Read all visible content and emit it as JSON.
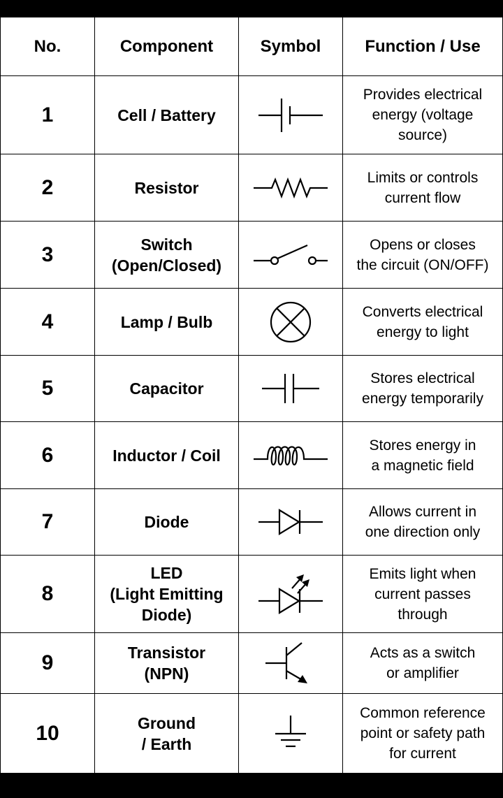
{
  "headers": {
    "no": "No.",
    "component": "Component",
    "symbol": "Symbol",
    "function": "Function / Use"
  },
  "rows": [
    {
      "no": "1",
      "component": "Cell / Battery",
      "symbol": "cell-battery-symbol-icon",
      "function": "Provides electrical\nenergy (voltage\nsource)"
    },
    {
      "no": "2",
      "component": "Resistor",
      "symbol": "resistor-symbol-icon",
      "function": "Limits or controls\ncurrent flow"
    },
    {
      "no": "3",
      "component": "Switch\n(Open/Closed)",
      "symbol": "switch-symbol-icon",
      "function": "Opens or closes\nthe circuit (ON/OFF)"
    },
    {
      "no": "4",
      "component": "Lamp / Bulb",
      "symbol": "lamp-symbol-icon",
      "function": "Converts electrical\nenergy to light"
    },
    {
      "no": "5",
      "component": "Capacitor",
      "symbol": "capacitor-symbol-icon",
      "function": "Stores electrical\nenergy temporarily"
    },
    {
      "no": "6",
      "component": "Inductor / Coil",
      "symbol": "inductor-symbol-icon",
      "function": "Stores energy in\na magnetic field"
    },
    {
      "no": "7",
      "component": "Diode",
      "symbol": "diode-symbol-icon",
      "function": "Allows current in\none direction only"
    },
    {
      "no": "8",
      "component": "LED\n(Light Emitting\nDiode)",
      "symbol": "led-symbol-icon",
      "function": "Emits light when\ncurrent passes\nthrough"
    },
    {
      "no": "9",
      "component": "Transistor\n(NPN)",
      "symbol": "transistor-npn-symbol-icon",
      "function": "Acts as a switch\nor amplifier"
    },
    {
      "no": "10",
      "component": "Ground\n/ Earth",
      "symbol": "ground-symbol-icon",
      "function": "Common reference\npoint or safety path\nfor current"
    }
  ]
}
